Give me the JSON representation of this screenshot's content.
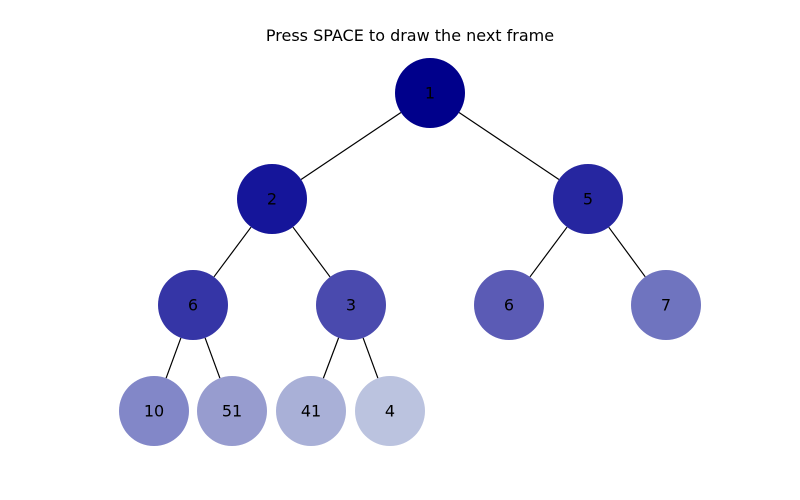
{
  "title": "Press SPACE to draw the next frame",
  "tree": {
    "nodes": [
      {
        "id": "n1",
        "label": "1",
        "color": "#00008b"
      },
      {
        "id": "n2",
        "label": "2",
        "color": "#15159a"
      },
      {
        "id": "n5",
        "label": "5",
        "color": "#2626a0"
      },
      {
        "id": "n6a",
        "label": "6",
        "color": "#3535a6"
      },
      {
        "id": "n3",
        "label": "3",
        "color": "#4a4aae"
      },
      {
        "id": "n6b",
        "label": "6",
        "color": "#5b5bb5"
      },
      {
        "id": "n7",
        "label": "7",
        "color": "#6f74bf"
      },
      {
        "id": "n10",
        "label": "10",
        "color": "#8287c8"
      },
      {
        "id": "n51",
        "label": "51",
        "color": "#979ccf"
      },
      {
        "id": "n41",
        "label": "41",
        "color": "#a9b0d7"
      },
      {
        "id": "n4",
        "label": "4",
        "color": "#bbc3df"
      }
    ],
    "edges": [
      [
        "n1",
        "n2"
      ],
      [
        "n1",
        "n5"
      ],
      [
        "n2",
        "n6a"
      ],
      [
        "n2",
        "n3"
      ],
      [
        "n5",
        "n6b"
      ],
      [
        "n5",
        "n7"
      ],
      [
        "n6a",
        "n10"
      ],
      [
        "n6a",
        "n51"
      ],
      [
        "n3",
        "n41"
      ],
      [
        "n3",
        "n4"
      ]
    ]
  }
}
